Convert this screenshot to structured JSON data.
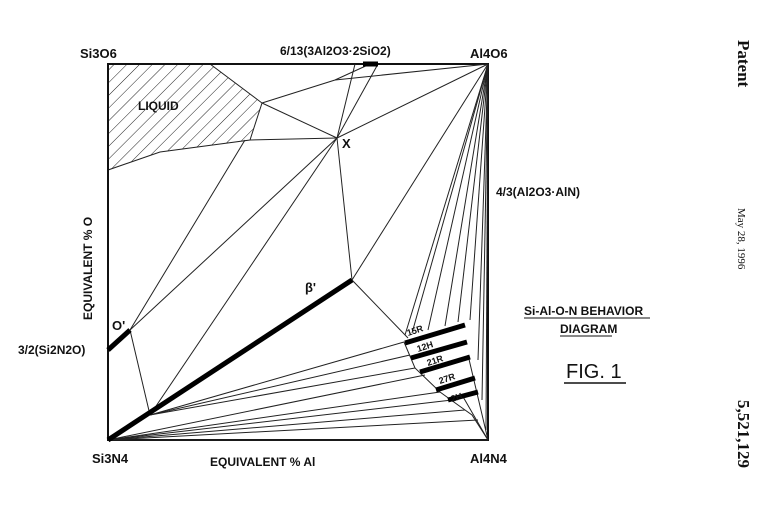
{
  "corners": {
    "top_left": "Si3O6",
    "top_right": "Al4O6",
    "bottom_left": "Si3N4",
    "bottom_right": "Al4N4"
  },
  "edge_labels": {
    "top_mid": "6/13(3Al2O3·2SiO2)",
    "right_mid": "4/3(Al2O3·AlN)",
    "left_mid": "3/2(Si2N2O)",
    "left_axis": "EQUIVALENT % O",
    "bottom_axis": "EQUIVALENT % Al"
  },
  "regions": {
    "liquid": "LIQUID",
    "point_x": "X",
    "beta_prime": "β'",
    "o_prime": "O'"
  },
  "polytypes": [
    "15R",
    "12H",
    "21R",
    "27R",
    "2H"
  ],
  "caption": {
    "line1": "Si-Al-O-N BEHAVIOR",
    "line2": "DIAGRAM",
    "figure": "FIG. 1"
  },
  "patent": {
    "label": "Patent",
    "date": "May 28, 1996",
    "number": "5,521,129"
  }
}
